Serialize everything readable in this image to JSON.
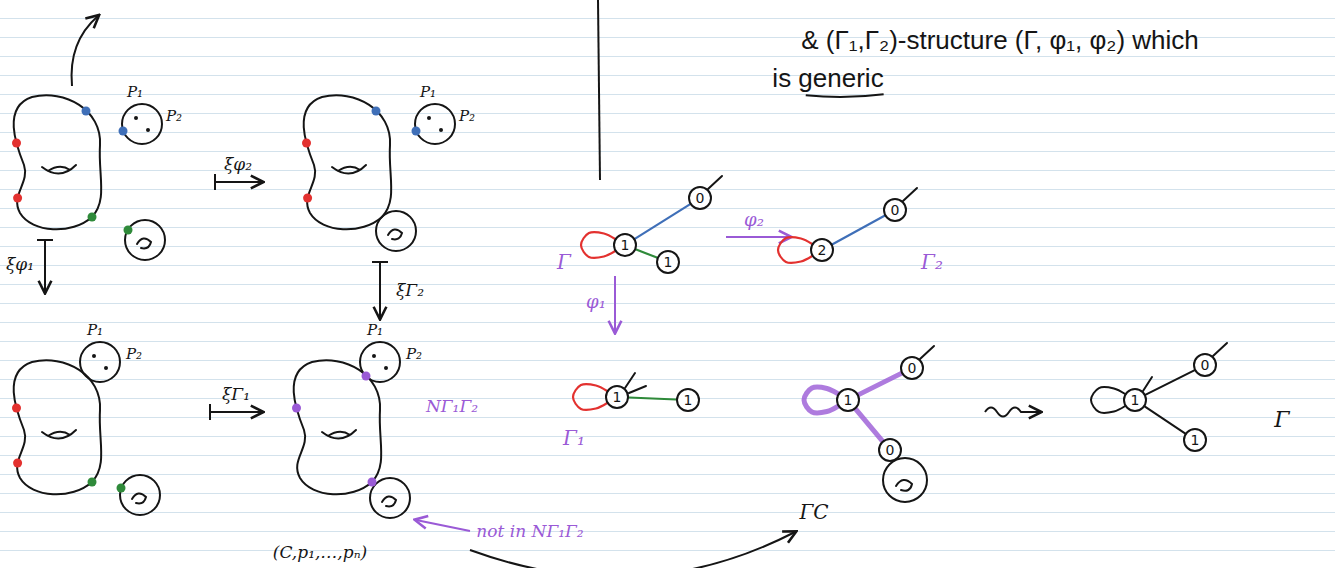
{
  "diagram": {
    "nodes": [
      {
        "text": [
          "1"
        ]
      },
      {
        "text": [
          "0"
        ]
      },
      {
        "text": [
          "1"
        ]
      },
      {
        "text": [
          "2"
        ]
      },
      {
        "text": [
          "0"
        ]
      },
      {
        "text": [
          "1"
        ]
      },
      {
        "text": [
          "1"
        ]
      },
      {
        "text": [
          "1"
        ]
      },
      {
        "text": [
          "0"
        ]
      },
      {
        "text": [
          "0"
        ]
      },
      {
        "text": [
          "1"
        ]
      },
      {
        "text": [
          "0"
        ]
      },
      {
        "text": [
          "1"
        ]
      }
    ],
    "edges": [
      {
        "from": 0,
        "to": 0,
        "arrow": "none"
      },
      {
        "from": 0,
        "to": 1,
        "arrow": "none"
      },
      {
        "from": 0,
        "to": 2,
        "arrow": "none"
      },
      {
        "from": 3,
        "to": 3,
        "arrow": "none"
      },
      {
        "from": 3,
        "to": 4,
        "arrow": "none"
      },
      {
        "from": 5,
        "to": 5,
        "arrow": "none"
      },
      {
        "from": 5,
        "to": 6,
        "arrow": "none"
      },
      {
        "from": 7,
        "to": 7,
        "arrow": "none"
      },
      {
        "from": 7,
        "to": 8,
        "arrow": "none"
      },
      {
        "from": 7,
        "to": 9,
        "arrow": "none"
      },
      {
        "from": 10,
        "to": 10,
        "arrow": "none"
      },
      {
        "from": 10,
        "to": 11,
        "arrow": "none"
      },
      {
        "from": 10,
        "to": 12,
        "arrow": "none"
      }
    ],
    "labels": [
      "& (Γ₁,Γ₂)-structure (Γ, φ₁, φ₂) which",
      "is generic",
      "P₁",
      "P₂",
      "ξφ₂",
      "P₁",
      "P₂",
      "ξφ₁",
      "ξΓ₂",
      "P₁",
      "P₂",
      "ξΓ₁",
      "P₁",
      "P₂",
      "NΓ₁Γ₂",
      "not in NΓ₁Γ₂",
      "(C,p₁,…,pₙ)",
      "Γ",
      "φ₂",
      "Γ₂",
      "φ₁",
      "Γ₁",
      "ΓC",
      "Γ"
    ]
  }
}
